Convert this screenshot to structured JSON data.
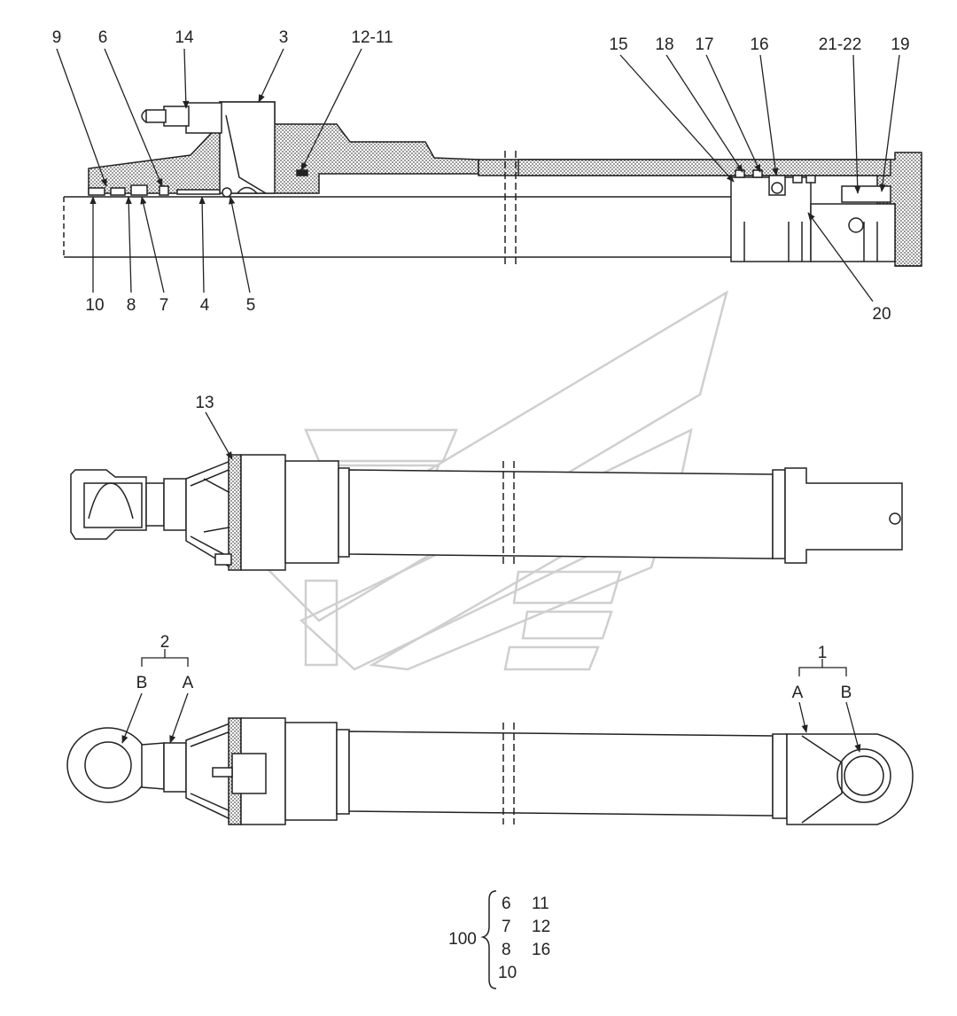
{
  "callouts_top": {
    "c9": "9",
    "c6": "6",
    "c14": "14",
    "c3": "3",
    "c12_11": "12-11",
    "c15": "15",
    "c18": "18",
    "c17": "17",
    "c16": "16",
    "c21_22": "21-22",
    "c19": "19",
    "c10": "10",
    "c8": "8",
    "c7": "7",
    "c4": "4",
    "c5": "5",
    "c20": "20"
  },
  "callouts_mid": {
    "c13": "13"
  },
  "callouts_bottom": {
    "g2": "2",
    "g2_b": "B",
    "g2_a": "A",
    "g1": "1",
    "g1_a": "A",
    "g1_b": "B"
  },
  "kit": {
    "number": "100",
    "col1": [
      "6",
      "7",
      "8",
      "10"
    ],
    "col2": [
      "11",
      "12",
      "16"
    ]
  },
  "colors": {
    "line": "#222222",
    "hatch": "#888888",
    "watermark": "#c8c8c8"
  },
  "icons": {
    "watermark": "stylized-logo-watermark"
  }
}
